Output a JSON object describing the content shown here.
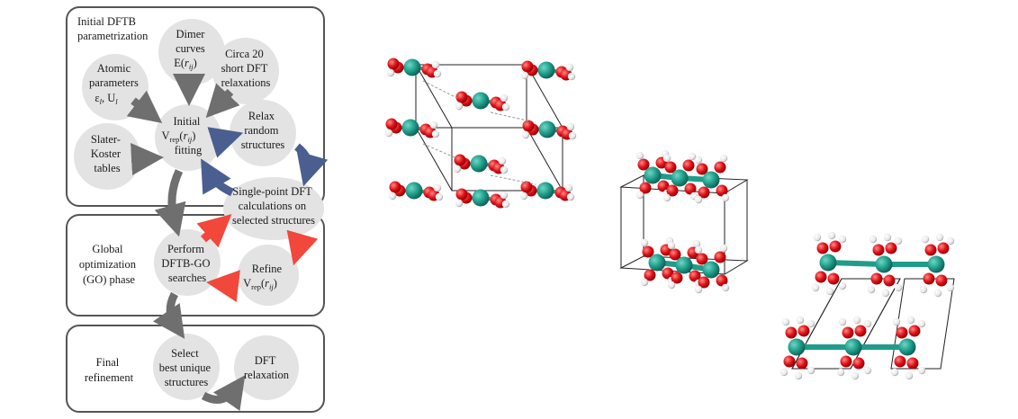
{
  "workflow": {
    "phases": [
      {
        "id": "initial",
        "title_lines": [
          "Initial DFTB",
          "parametrization"
        ]
      },
      {
        "id": "global",
        "title_lines": [
          "Global",
          "optimization",
          "(GO) phase"
        ]
      },
      {
        "id": "final",
        "title_lines": [
          "Final",
          "refinement"
        ]
      }
    ],
    "nodes": {
      "dimer": {
        "l1": "Dimer",
        "l2": "curves",
        "l3_main": "E(",
        "l3_var": "r",
        "l3_sub": "ij",
        "l3_end": ")"
      },
      "circa": {
        "l1": "Circa 20",
        "l2": "short DFT",
        "l3": "relaxations"
      },
      "atomic": {
        "l1": "Atomic",
        "l2": "parameters",
        "l3a": "ε",
        "l3a_sub": "l",
        "l3b": ", U",
        "l3b_sub": "l"
      },
      "initial": {
        "l1": "Initial",
        "l2_main": "V",
        "l2_sub": "rep",
        "l2_open": "(",
        "l2_var": "r",
        "l2_varsub": "ij",
        "l2_close": ")",
        "l3": "fitting"
      },
      "slater": {
        "l1": "Slater-",
        "l2": "Koster",
        "l3": "tables"
      },
      "relax": {
        "l1": "Relax",
        "l2": "random",
        "l3": "structures"
      },
      "single": {
        "l1": "Single-point DFT",
        "l2": "calculations on",
        "l3": "selected structures"
      },
      "perform": {
        "l1": "Perform",
        "l2": "DFTB-GO",
        "l3": "searches"
      },
      "refine": {
        "l1": "Refine",
        "l2_main": "V",
        "l2_sub": "rep",
        "l2_open": "(",
        "l2_var": "r",
        "l2_varsub": "ij",
        "l2_close": ")"
      },
      "select": {
        "l1": "Select",
        "l2": "best unique",
        "l3": "structures"
      },
      "dftrelax": {
        "l1": "DFT",
        "l2": "relaxation"
      }
    },
    "colors": {
      "grey_arrow": "#6f6f6f",
      "blue_arrow": "#4a5f8f",
      "red_arrow": "#f2473b",
      "node_fill": "#e3e3e3",
      "box_stroke": "#555555"
    }
  },
  "structures": {
    "atom_colors": {
      "metal": "#1f9c8a",
      "oxygen": "#e0101a",
      "hydrogen": "#f2f2f2",
      "cell": "#222222"
    },
    "panels": [
      "structure-1",
      "structure-2",
      "structure-3"
    ]
  }
}
